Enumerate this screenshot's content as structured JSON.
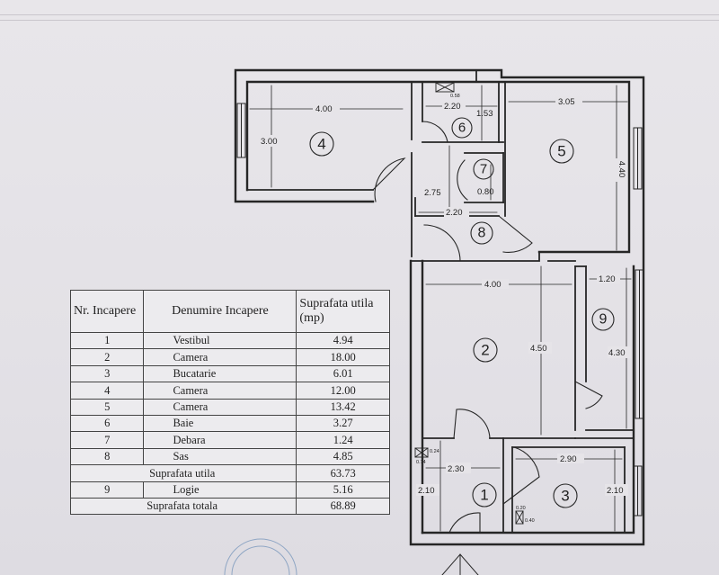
{
  "plan": {
    "dims": {
      "r4_width": "4.00",
      "r4_height": "3.00",
      "top_mid_width": "2.20",
      "r6_depth": "1.53",
      "r5_width": "3.05",
      "r5_height": "4.40",
      "r7_depth": "0.80",
      "hall_len": "2.75",
      "r8_width": "2.20",
      "r2_width": "4.00",
      "r2_height": "4.50",
      "r9_width": "1.20",
      "r9_height": "4.30",
      "r1_width": "2.30",
      "r1_height": "2.10",
      "r3_width": "2.90",
      "r3_height": "2.10"
    },
    "duct_labels": {
      "bath_duct": "0.58",
      "vest_duct_a": "0.24",
      "vest_duct_b": "0.74",
      "kitchen_duct_a": "0.20",
      "kitchen_duct_b": "0.40"
    },
    "room_numbers": [
      "1",
      "2",
      "3",
      "4",
      "5",
      "6",
      "7",
      "8",
      "9"
    ]
  },
  "legend": {
    "headers": {
      "nr": "Nr. Incapere",
      "name": "Denumire Incapere",
      "area": "Suprafata utila (mp)"
    },
    "rows": [
      {
        "nr": "1",
        "name": "Vestibul",
        "area": "4.94"
      },
      {
        "nr": "2",
        "name": "Camera",
        "area": "18.00"
      },
      {
        "nr": "3",
        "name": "Bucatarie",
        "area": "6.01"
      },
      {
        "nr": "4",
        "name": "Camera",
        "area": "12.00"
      },
      {
        "nr": "5",
        "name": "Camera",
        "area": "13.42"
      },
      {
        "nr": "6",
        "name": "Baie",
        "area": "3.27"
      },
      {
        "nr": "7",
        "name": "Debara",
        "area": "1.24"
      },
      {
        "nr": "8",
        "name": "Sas",
        "area": "4.85"
      }
    ],
    "useful_total": {
      "label": "Suprafata utila",
      "area": "63.73"
    },
    "loggia": {
      "nr": "9",
      "name": "Logie",
      "area": "5.16"
    },
    "grand_total": {
      "label": "Suprafata totala",
      "area": "68.89"
    }
  }
}
